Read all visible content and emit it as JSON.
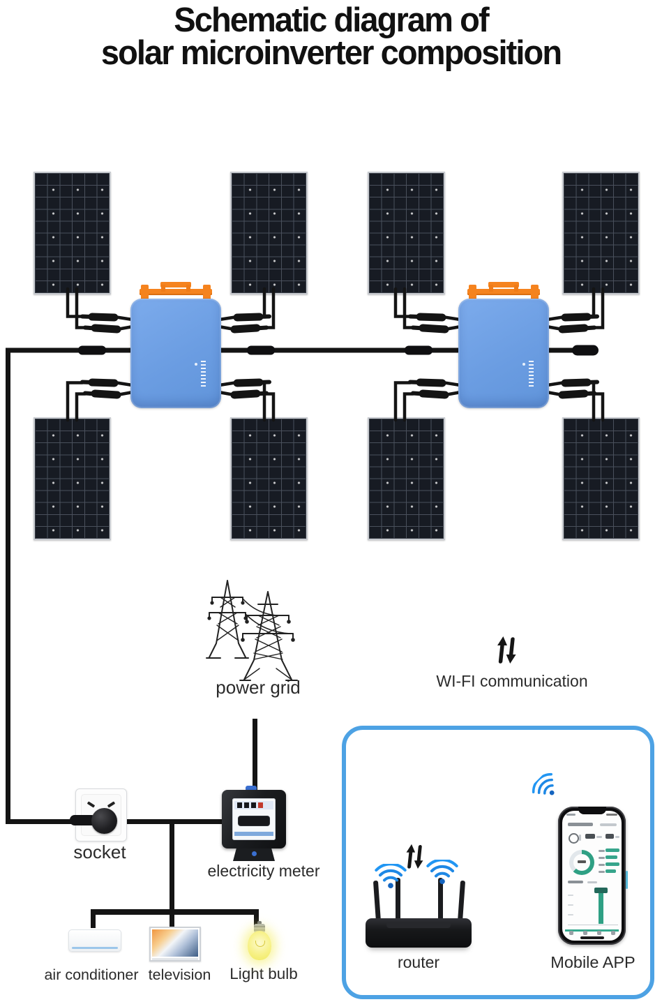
{
  "title": {
    "line1": "Schematic diagram of",
    "line2": "solar microinverter composition"
  },
  "labels": {
    "power_grid": "power grid",
    "wifi_communication": "WI-FI communication",
    "socket": "socket",
    "electricity_meter": "electricity meter",
    "air_conditioner": "air conditioner",
    "television": "television",
    "light_bulb": "Light bulb",
    "router": "router",
    "mobile_app": "Mobile APP"
  },
  "components": {
    "solar_panel_count": 8,
    "microinverter_count": 2,
    "icons": [
      "solar-panel",
      "microinverter",
      "mc4-y-connector",
      "ac-trunk-connector",
      "power-grid-towers-icon",
      "updown-arrows-icon",
      "wifi-icon",
      "socket-icon",
      "plug-icon",
      "electricity-meter-icon",
      "air-conditioner-icon",
      "television-icon",
      "light-bulb-icon",
      "router-icon",
      "smartphone-icon"
    ]
  },
  "colors": {
    "inverter_blue": "#6B9DE2",
    "bracket_orange": "#F5831E",
    "box_border_blue": "#4DA2E4",
    "wifi_blue": "#1E88E5",
    "app_accent_teal": "#2FA084",
    "wire_black": "#141414",
    "bulb_yellow": "#F0E95F"
  }
}
